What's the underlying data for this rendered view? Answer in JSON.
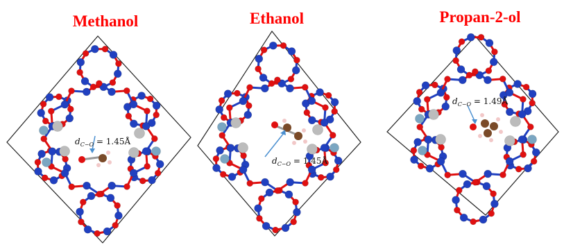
{
  "colors": {
    "oxygen": "#e01010",
    "silicon": "#2040c0",
    "metal": "#7aa6c2",
    "hydrogen_grey": "#bcbcbc",
    "carbon": "#7a4a28",
    "title": "#ff0000",
    "arrow": "#4a8fd0"
  },
  "panels": [
    {
      "title": "Methanol",
      "annotation": "d_{C−O} = 1.45Å"
    },
    {
      "title": "Ethanol",
      "annotation": "d_{C−O} = 1.45Å"
    },
    {
      "title": "Propan-2-ol",
      "annotation": "d_{C−O} = 1.49Å"
    }
  ]
}
